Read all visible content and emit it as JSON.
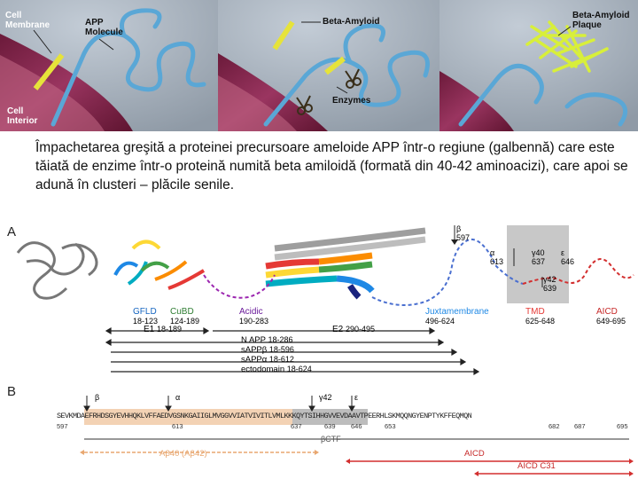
{
  "caption": "Împachetarea greşită a proteinei precursoare ameloide APP într-o regiune (galbennă) care este tăiată de enzime într-o proteină numită beta amiloidă (formată din 40-42 aminoacizi), care apoi se adună în clusteri – plăcile senile.",
  "top_panels": {
    "cell_membrane": "Cell Membrane",
    "app_molecule": "APP Molecule",
    "cell_interior": "Cell Interior",
    "beta_amyloid": "Beta-Amyloid",
    "enzymes": "Enzymes",
    "plaque": "Beta-Amyloid Plaque"
  },
  "panel_a": {
    "letter": "A",
    "beta_label": "β",
    "beta_num": "597",
    "alpha_label": "α",
    "alpha_num": "613",
    "gamma40": "γ40",
    "gamma40_num": "637",
    "eps": "ε",
    "eps_num": "646",
    "gamma42": "γ42",
    "gamma42_num": "639",
    "domains": [
      {
        "name": "GFLD",
        "range": "18-123",
        "color": "#1565c0"
      },
      {
        "name": "CuBD",
        "range": "124-189",
        "color": "#2e7d32"
      },
      {
        "name": "Acidic",
        "range": "190-283",
        "color": "#6a1b9a"
      },
      {
        "name": "Juxtamembrane",
        "range": "496-624",
        "color": "#1e88e5"
      },
      {
        "name": "TMD",
        "range": "625-648",
        "color": "#e53935"
      },
      {
        "name": "AICD",
        "range": "649-695",
        "color": "#c62828"
      }
    ],
    "e1": "E1",
    "e1_range": "18-189",
    "e2": "E2",
    "e2_range": "290-495",
    "fragments": [
      {
        "name": "N APP",
        "range": "18-286"
      },
      {
        "name": "sAPPβ",
        "range": "18-596"
      },
      {
        "name": "sAPPα",
        "range": "18-612"
      },
      {
        "name": "ectodomain",
        "range": "18-624"
      }
    ]
  },
  "panel_b": {
    "letter": "B",
    "cut_beta": "β",
    "cut_alpha": "α",
    "cut_gamma42": "γ42",
    "cut_eps": "ε",
    "sequence": "SEVKMDAEFRHDSGYEVHHQKLVFFAEDVGSNKGAIIGLMVGGVVIATVIVITLVMLKKKQYTSIHHGVVEVDAAVTPEERHLSKMQQNGYENPTYKFFEQMQN",
    "positions": [
      "597",
      "613",
      "637",
      "639",
      "646",
      "653",
      "682",
      "687",
      "695"
    ],
    "abeta": "Aβ40 (Aβ42)",
    "bctf": "βCTF",
    "aicd": "AICD",
    "aicd31": "AICD C31"
  }
}
